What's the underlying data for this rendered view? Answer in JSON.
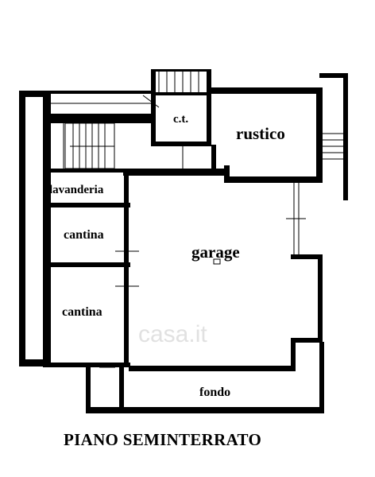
{
  "floor_plan": {
    "title": "PIANO SEMINTERRATO",
    "rooms": {
      "ct": "c.t.",
      "rustico": "rustico",
      "lavanderia": "lavanderia",
      "cantina_upper": "cantina",
      "garage": "garage",
      "cantina_lower": "cantina",
      "fondo": "fondo"
    },
    "watermark": "casa.it",
    "colors": {
      "wall": "#000000",
      "background": "#ffffff",
      "watermark": "#c8c8c8"
    }
  }
}
